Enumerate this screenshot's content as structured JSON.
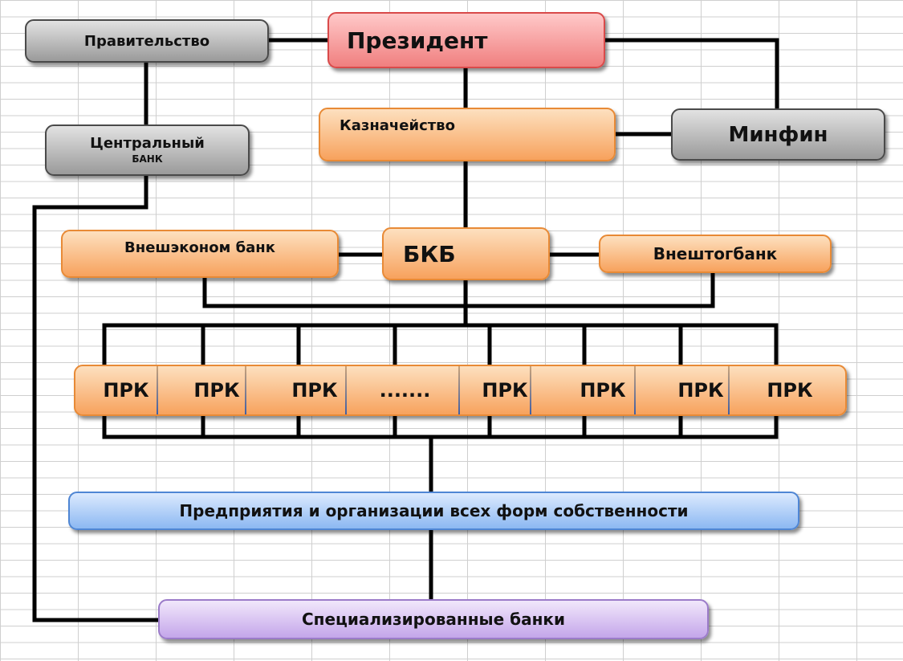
{
  "nodes": {
    "government": "Правительство",
    "president": "Президент",
    "central_bank": {
      "line1": "Центральный",
      "line2": "БАНК"
    },
    "treasury": "Казначейство",
    "minfin": "Минфин",
    "vneshekonom": "Внешэконом банк",
    "bkb": "БКБ",
    "vneshtorg": "Внештогбанк",
    "enterprises": "Предприятия и организации всех форм собственности",
    "specialized": "Специализированные банки"
  },
  "prk_row": [
    "ПРК",
    "ПРК",
    "ПРК",
    ".......",
    "ПРК",
    "ПРК",
    "ПРК",
    "ПРК"
  ],
  "colors": {
    "president_fill": "#f07f7f",
    "orange_fill": "#f7a25d",
    "gray_fill": "#9a9a9a",
    "blue_fill": "#8cb8f2",
    "purple_fill": "#c4a6ea",
    "connector": "#000000"
  }
}
